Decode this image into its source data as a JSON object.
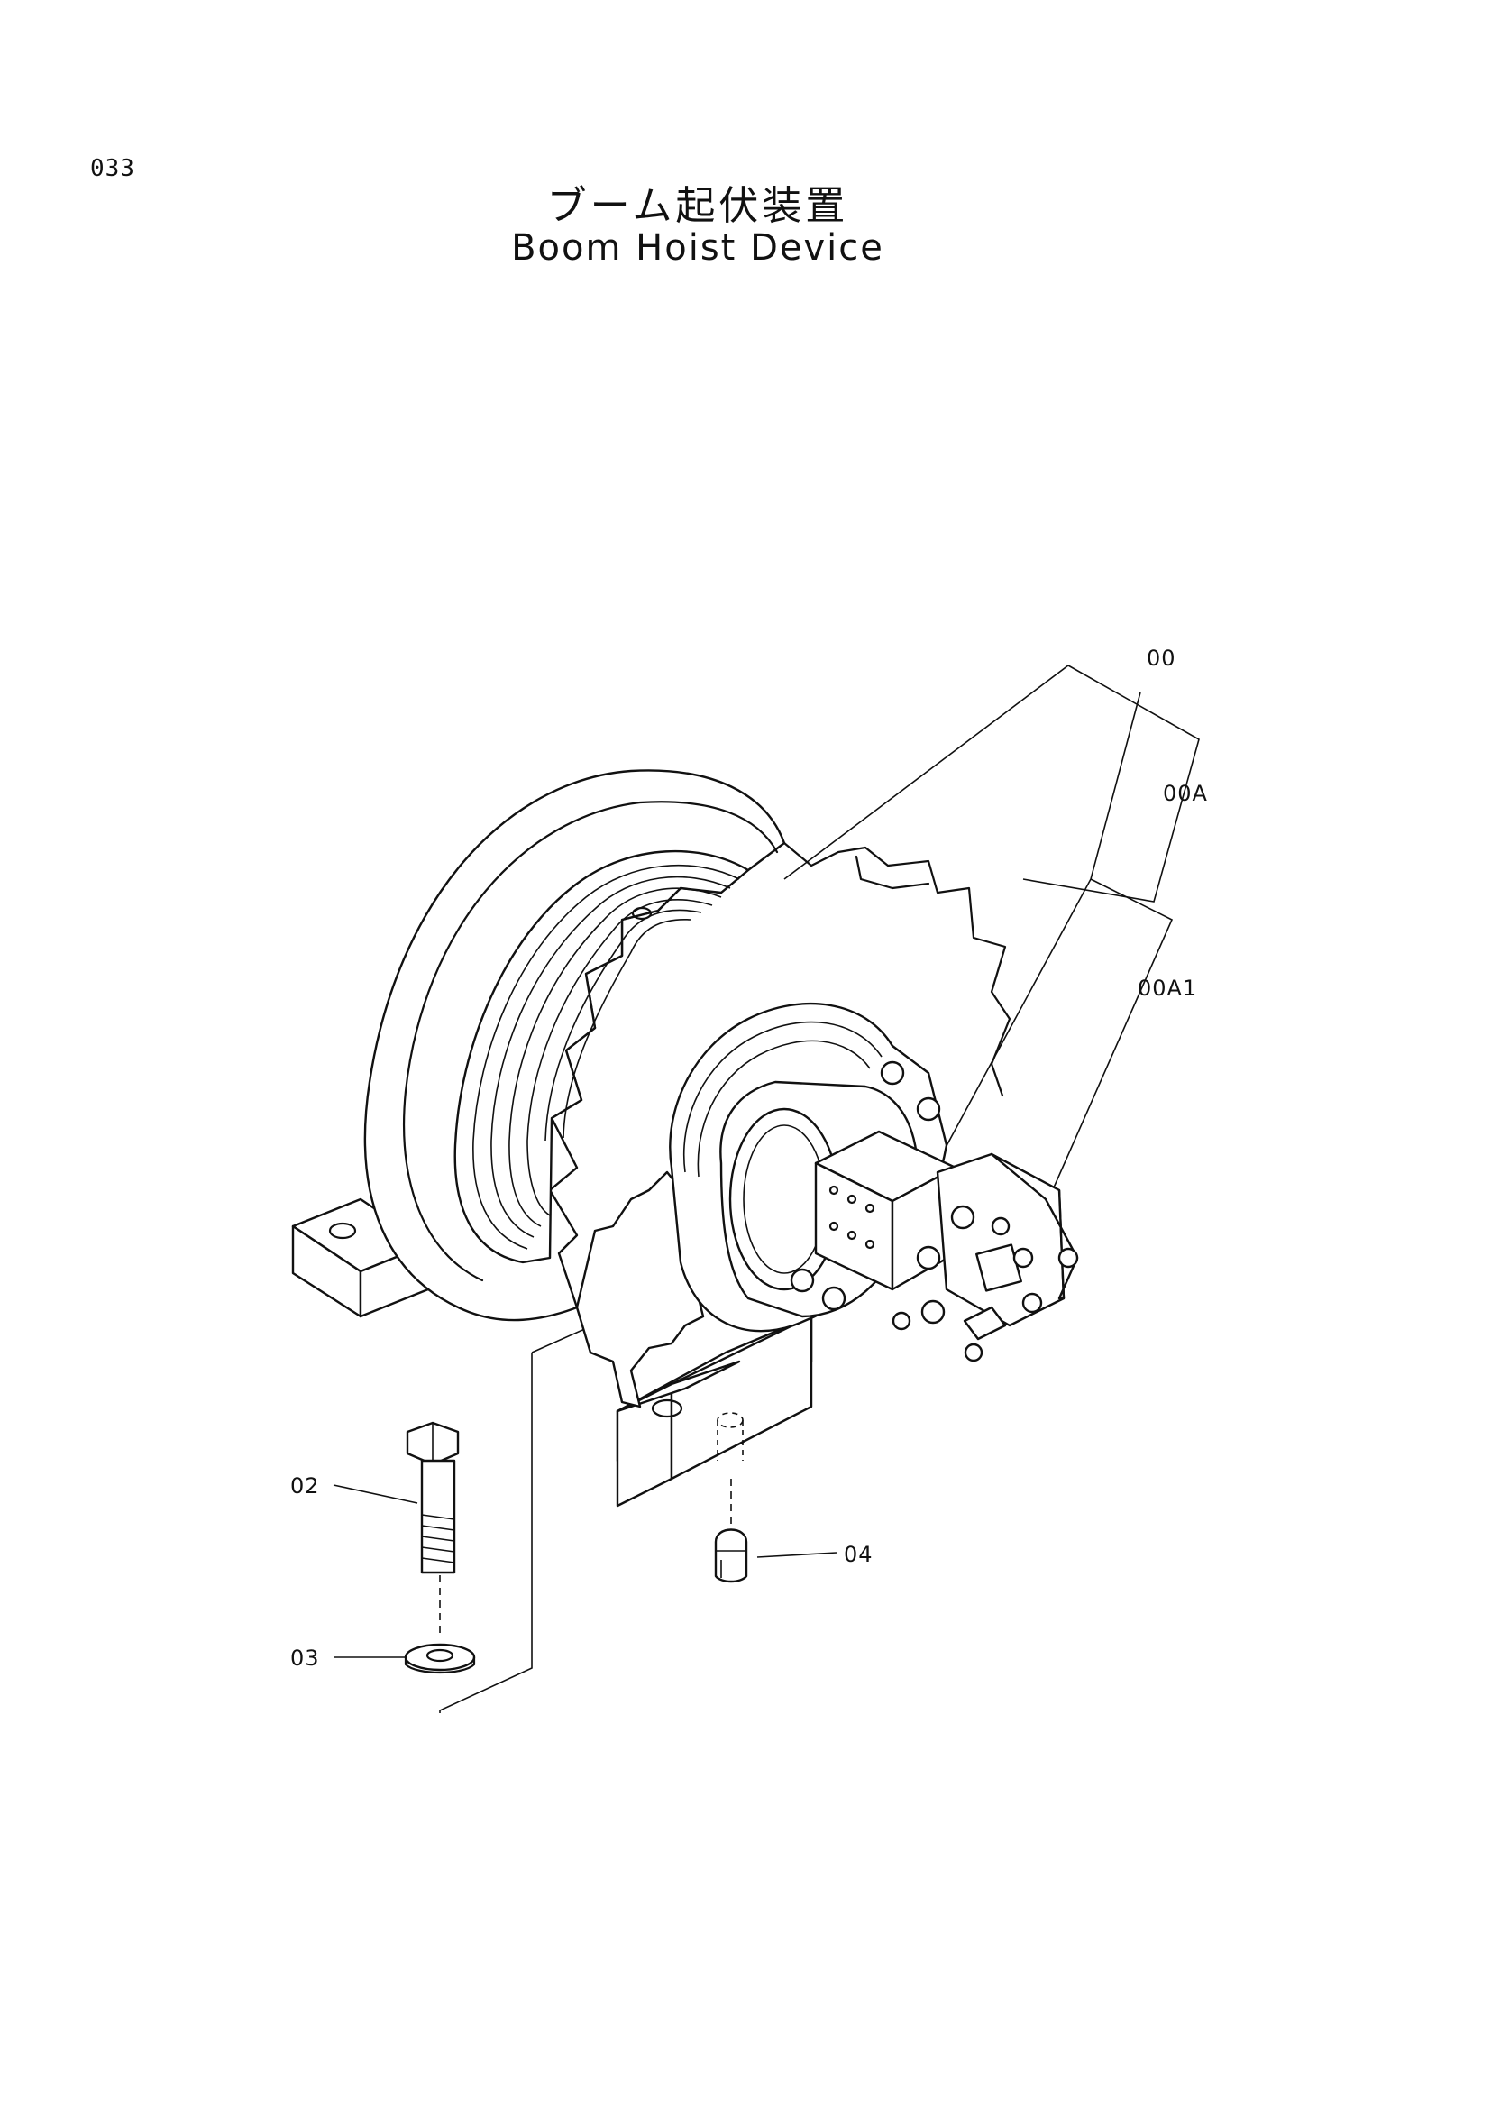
{
  "page": {
    "number": "033",
    "title_jp": "ブーム起伏装置",
    "title_en": "Boom Hoist Device"
  },
  "callouts": {
    "assembly": "00",
    "drum": "00A",
    "motor": "00A1",
    "bolt": "02",
    "washer": "03",
    "pin": "04"
  }
}
